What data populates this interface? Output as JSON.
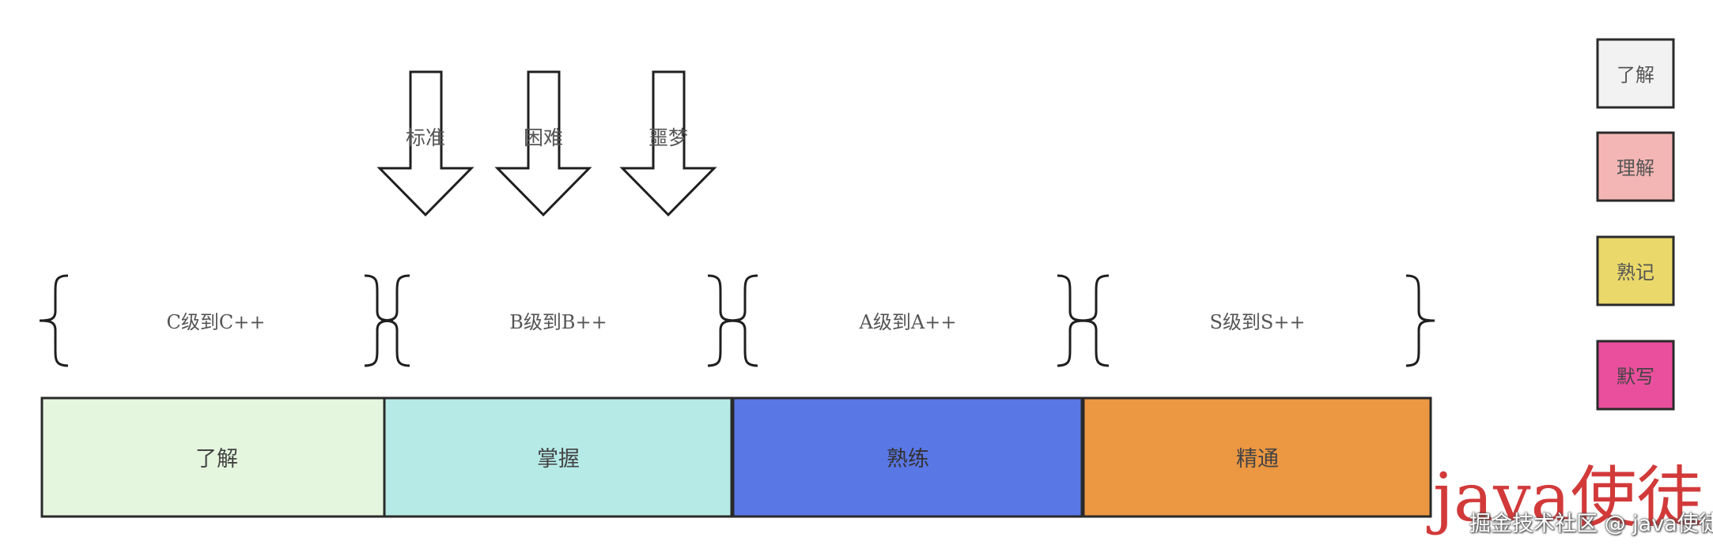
{
  "arrows": [
    {
      "label": "标准"
    },
    {
      "label": "困难"
    },
    {
      "label": "噩梦"
    }
  ],
  "braces": [
    {
      "label": "C级到C++"
    },
    {
      "label": "B级到B++"
    },
    {
      "label": "A级到A++"
    },
    {
      "label": "S级到S++"
    }
  ],
  "segments": [
    {
      "label": "了解",
      "color": "#e5f6df"
    },
    {
      "label": "掌握",
      "color": "#b6eae7"
    },
    {
      "label": "熟练",
      "color": "#5a77e6"
    },
    {
      "label": "精通",
      "color": "#ec9742"
    }
  ],
  "legend": [
    {
      "label": "了解",
      "color": "#f2f2f2"
    },
    {
      "label": "理解",
      "color": "#f4b6b5"
    },
    {
      "label": "熟记",
      "color": "#ead96a"
    },
    {
      "label": "默写",
      "color": "#ea4f9d"
    }
  ],
  "watermark": {
    "main": "java使徒",
    "sub": "掘金技术社区 @ java使徒"
  }
}
